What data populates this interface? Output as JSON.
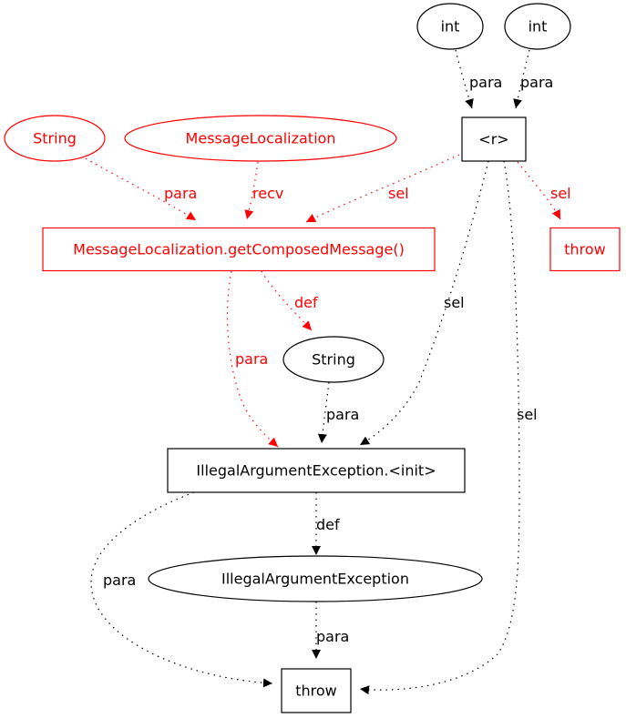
{
  "colors": {
    "black": "#000000",
    "red": "#ff0000"
  },
  "nodes": {
    "int_a": {
      "label": "int",
      "shape": "ellipse",
      "color": "black"
    },
    "int_b": {
      "label": "int",
      "shape": "ellipse",
      "color": "black"
    },
    "r": {
      "label": "<r>",
      "shape": "box",
      "color": "black"
    },
    "string_red": {
      "label": "String",
      "shape": "ellipse",
      "color": "red"
    },
    "msgloc": {
      "label": "MessageLocalization",
      "shape": "ellipse",
      "color": "red"
    },
    "getmsg": {
      "label": "MessageLocalization.getComposedMessage()",
      "shape": "box",
      "color": "red"
    },
    "throw_red": {
      "label": "throw",
      "shape": "box",
      "color": "red"
    },
    "string_black": {
      "label": "String",
      "shape": "ellipse",
      "color": "black"
    },
    "iae_init": {
      "label": "IllegalArgumentException.<init>",
      "shape": "box",
      "color": "black"
    },
    "iae": {
      "label": "IllegalArgumentException",
      "shape": "ellipse",
      "color": "black"
    },
    "throw_black": {
      "label": "throw",
      "shape": "box",
      "color": "black"
    }
  },
  "edges": [
    {
      "from": "int_a",
      "to": "r",
      "label": "para",
      "color": "black"
    },
    {
      "from": "int_b",
      "to": "r",
      "label": "para",
      "color": "black"
    },
    {
      "from": "string_red",
      "to": "getmsg",
      "label": "para",
      "color": "red"
    },
    {
      "from": "msgloc",
      "to": "getmsg",
      "label": "recv",
      "color": "red"
    },
    {
      "from": "r",
      "to": "getmsg",
      "label": "sel",
      "color": "red"
    },
    {
      "from": "r",
      "to": "throw_red",
      "label": "sel",
      "color": "red"
    },
    {
      "from": "getmsg",
      "to": "string_black",
      "label": "def",
      "color": "red"
    },
    {
      "from": "getmsg",
      "to": "iae_init",
      "label": "para",
      "color": "red"
    },
    {
      "from": "r",
      "to": "iae_init",
      "label": "sel",
      "color": "black"
    },
    {
      "from": "string_black",
      "to": "iae_init",
      "label": "para",
      "color": "black"
    },
    {
      "from": "r",
      "to": "throw_black",
      "label": "sel",
      "color": "black"
    },
    {
      "from": "iae_init",
      "to": "iae",
      "label": "def",
      "color": "black"
    },
    {
      "from": "iae_init",
      "to": "throw_black",
      "label": "para",
      "color": "black"
    },
    {
      "from": "iae",
      "to": "throw_black",
      "label": "para",
      "color": "black"
    }
  ]
}
